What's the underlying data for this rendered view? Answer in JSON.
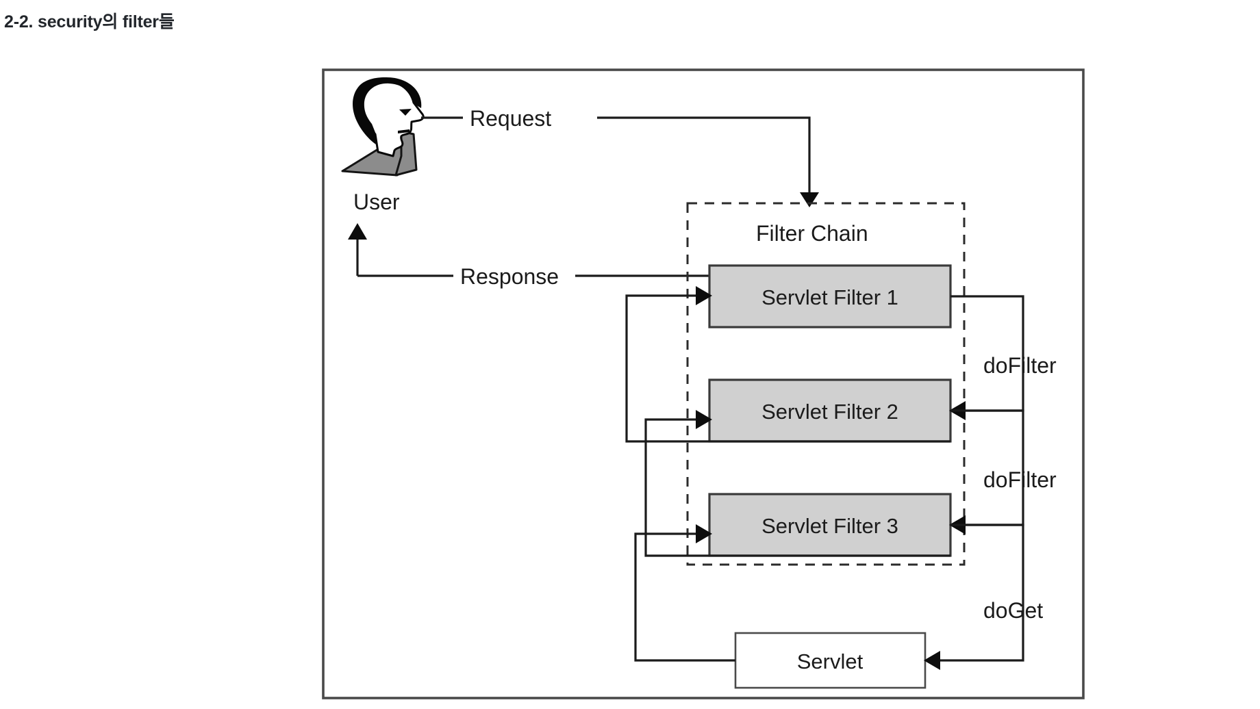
{
  "page": {
    "title": "2-2. security의 filter들",
    "background": "#ffffff",
    "text_color": "#22262b"
  },
  "diagram": {
    "name": "servlet-filter-chain-diagram",
    "frame_border_color": "#4a4a4a",
    "filter_box_fill": "#d0d0d0",
    "filter_box_border": "#3a3a3a",
    "servlet_box_fill": "#ffffff",
    "dashed_border_color": "#2b2b2b",
    "connector_color": "#1b1b1b",
    "actor": {
      "label": "User",
      "icon": "user-head-profile-icon",
      "hair_color": "#080808",
      "face_color": "#ffffff",
      "shoulder_color": "#8c8c8c"
    },
    "flow_labels": {
      "request": "Request",
      "response": "Response"
    },
    "filter_chain": {
      "label": "Filter Chain",
      "filters": [
        {
          "label": "Servlet Filter 1"
        },
        {
          "label": "Servlet Filter 2"
        },
        {
          "label": "Servlet Filter 3"
        }
      ]
    },
    "servlet": {
      "label": "Servlet"
    },
    "call_labels": [
      {
        "label": "doFilter"
      },
      {
        "label": "doFilter"
      },
      {
        "label": "doGet"
      }
    ]
  }
}
